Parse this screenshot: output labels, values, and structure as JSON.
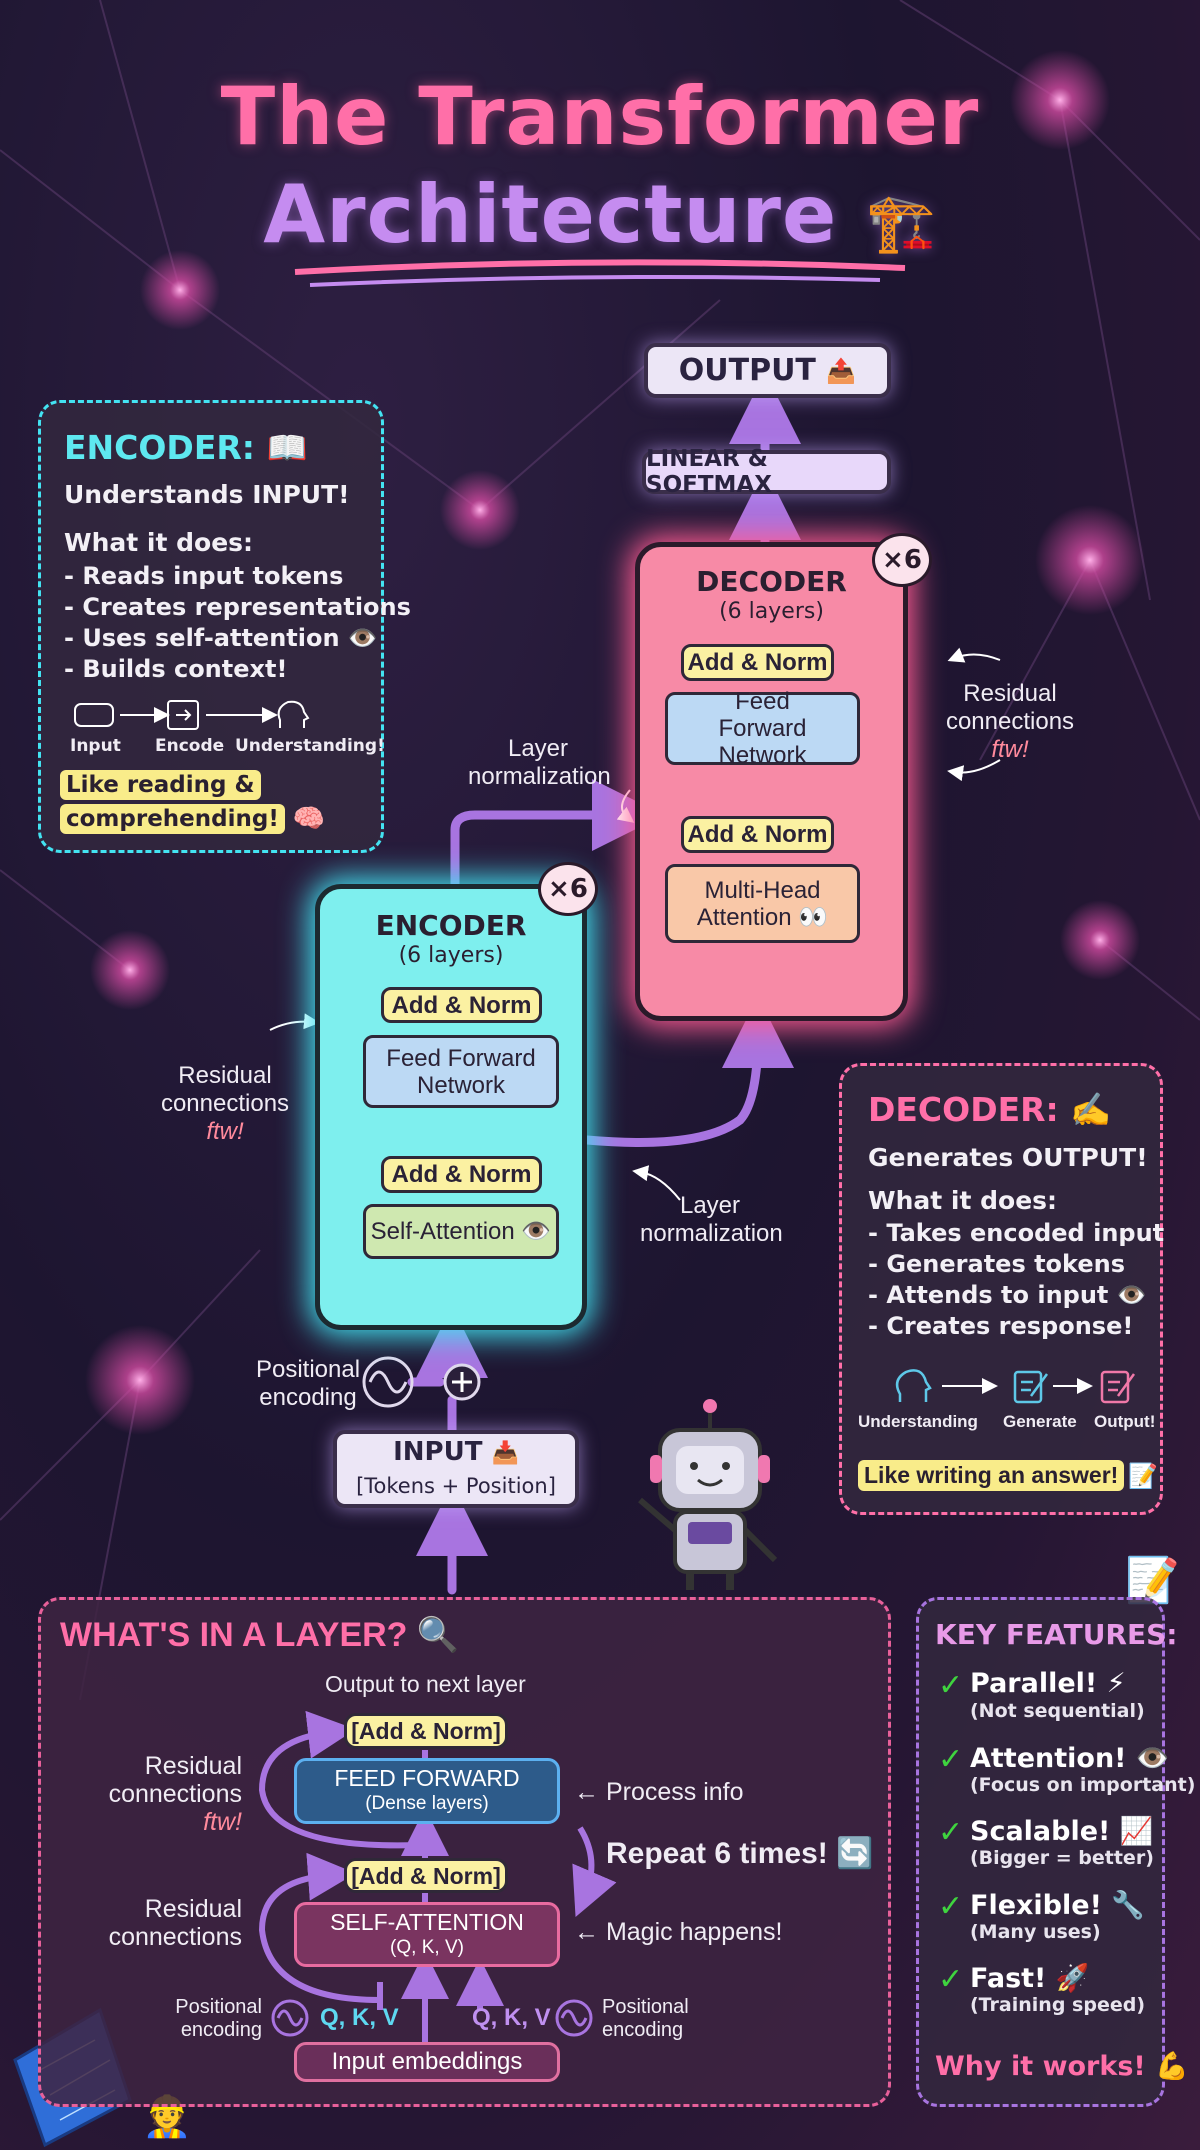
{
  "title": {
    "line1": "The Transformer",
    "line2": "Architecture",
    "emoji": "🏗️"
  },
  "output_box": {
    "label": "OUTPUT",
    "icon": "📤"
  },
  "linear_box": {
    "label": "LINEAR & SOFTMAX"
  },
  "decoder_block": {
    "title": "DECODER",
    "subtitle": "(6 layers)",
    "repeat": "×6",
    "add_norm_top": "Add & Norm",
    "feed_forward": "Feed Forward Network",
    "add_norm_bottom": "Add & Norm",
    "attention": "Multi-Head Attention 👀"
  },
  "encoder_block": {
    "title": "ENCODER",
    "subtitle": "(6 layers)",
    "repeat": "×6",
    "add_norm_top": "Add & Norm",
    "feed_forward": "Feed Forward Network",
    "add_norm_bottom": "Add & Norm",
    "attention": "Self-Attention 👁️"
  },
  "annotations": {
    "layer_norm_top": "Layer normalization",
    "residual_right_1": "Residual connections",
    "residual_right_2": "ftw!",
    "residual_left_1": "Residual connections",
    "residual_left_2": "ftw!",
    "layer_norm_bottom": "Layer normalization",
    "positional": "Positional encoding"
  },
  "input_box": {
    "label": "INPUT",
    "icon": "📥",
    "sub": "[Tokens + Position]"
  },
  "encoder_info": {
    "title": "ENCODER: 📖",
    "subtitle": "Understands INPUT!",
    "heading": "What it does:",
    "items": [
      "- Reads input tokens",
      "- Creates representations",
      "- Uses self-attention 👁️",
      "- Builds context!"
    ],
    "flow": [
      "Input",
      "Encode",
      "Understanding!"
    ],
    "highlight1": "Like reading &",
    "highlight2": "comprehending!",
    "highlight_emoji": "🧠"
  },
  "decoder_info": {
    "title": "DECODER: ✍️",
    "subtitle": "Generates OUTPUT!",
    "heading": "What it does:",
    "items": [
      "- Takes encoded input",
      "- Generates tokens",
      "- Attends to input 👁️",
      "- Creates response!"
    ],
    "flow": [
      "Understanding",
      "Generate",
      "Output!"
    ],
    "highlight": "Like writing an answer!",
    "highlight_emoji": "📝"
  },
  "layer_panel": {
    "title": "WHAT'S IN A LAYER? 🔍",
    "output": "Output to next layer",
    "add_norm_top": "[Add & Norm]",
    "ff_title": "FEED FORWARD",
    "ff_sub": "(Dense layers)",
    "add_norm_bottom": "[Add & Norm]",
    "sa_title": "SELF-ATTENTION",
    "sa_sub": "(Q, K, V)",
    "input": "Input embeddings",
    "process": "← Process info",
    "repeat": "Repeat 6 times! 🔄",
    "magic": "← Magic happens!",
    "residual1": "Residual connections",
    "residual1_ftw": "ftw!",
    "residual2": "Residual connections",
    "pos_left": "Positional encoding",
    "pos_right": "Positional encoding",
    "qkv_left": "Q, K, V",
    "qkv_right": "Q, K, V"
  },
  "key_features": {
    "title": "KEY FEATURES:",
    "items": [
      {
        "label": "Parallel! ⚡",
        "sub": "(Not sequential)"
      },
      {
        "label": "Attention! 👁️",
        "sub": "(Focus on important)"
      },
      {
        "label": "Scalable! 📈",
        "sub": "(Bigger = better)"
      },
      {
        "label": "Flexible! 🔧",
        "sub": "(Many uses)"
      },
      {
        "label": "Fast! 🚀",
        "sub": "(Training speed)"
      }
    ],
    "footer": "Why it works! 💪"
  },
  "colors": {
    "pink": "#ff6fa8",
    "purple": "#c58cf0",
    "cyan": "#43e3f2",
    "arrow": "#a874e0",
    "yellow": "#fbf1a2"
  }
}
